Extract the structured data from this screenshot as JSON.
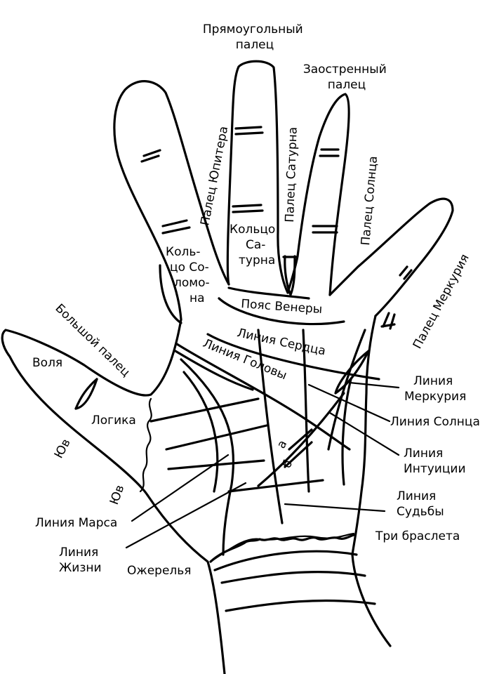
{
  "labels": {
    "rect_finger": [
      "Прямоугольный",
      "палец"
    ],
    "pointed_finger": [
      "Заостренный",
      "палец"
    ],
    "jupiter_finger": "Палец Юпитера",
    "saturn_finger": "Палец Сатурна",
    "sun_finger": "Палец Солнца",
    "mercury_finger": "Палец Меркурия",
    "solomon_ring": [
      "Коль-",
      "цо Со-",
      "ломо-",
      "на"
    ],
    "saturn_ring": [
      "Кольцо",
      "Са-",
      "турна"
    ],
    "venus_belt": "Пояс Венеры",
    "heart_line": "Линия Сердца",
    "head_line": "Линия Головы",
    "thumb": "Большой палец",
    "will": "Воля",
    "logic": "Логика",
    "yuv_left": "Юв",
    "yuv_palm": "Юв",
    "mercury_line": [
      "Линия",
      "Меркурия"
    ],
    "sun_line": "Линия Солнца",
    "intuition_line": [
      "Линия",
      "Интуиции"
    ],
    "fate_line": [
      "Линия",
      "Судьбы"
    ],
    "three_bracelets": "Три браслета",
    "mars_line": "Линия Марса",
    "life_line": [
      "Линия",
      "Жизни"
    ],
    "necklaces": "Ожерелья",
    "mark_a": "а",
    "mark_b": "б"
  }
}
